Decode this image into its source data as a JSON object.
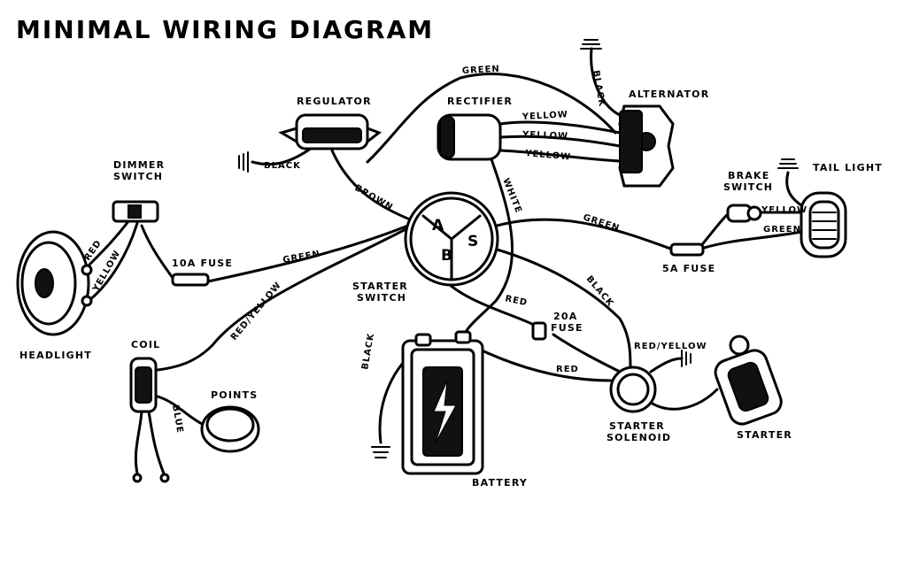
{
  "title": "MINIMAL WIRING DIAGRAM",
  "components": {
    "regulator": "REGULATOR",
    "rectifier": "RECTIFIER",
    "alternator": "ALTERNATOR",
    "dimmer_switch_line1": "DIMMER",
    "dimmer_switch_line2": "SWITCH",
    "headlight": "HEADLIGHT",
    "starter_switch_line1": "STARTER",
    "starter_switch_line2": "SWITCH",
    "brake_switch_line1": "BRAKE",
    "brake_switch_line2": "SWITCH",
    "tail_light": "TAIL LIGHT",
    "coil": "COIL",
    "points": "POINTS",
    "battery": "BATTERY",
    "starter_solenoid_line1": "STARTER",
    "starter_solenoid_line2": "SOLENOID",
    "starter": "STARTER"
  },
  "fuses": {
    "fuse_10a": "10A FUSE",
    "fuse_5a": "5A FUSE",
    "fuse_20a_line1": "20A",
    "fuse_20a_line2": "FUSE"
  },
  "terminals": {
    "a": "A",
    "b": "B",
    "s": "S"
  },
  "wires": {
    "green_top": "GREEN",
    "black_regulator": "BLACK",
    "black_alternator": "BLACK",
    "yellow_1": "YELLOW",
    "yellow_2": "YELLOW",
    "yellow_3": "YELLOW",
    "brown": "BROWN",
    "white": "WHITE",
    "green_tail": "GREEN",
    "green_fuse": "GREEN",
    "yellow_brake": "YELLOW",
    "green_tail2": "GREEN",
    "red_head": "RED",
    "yellow_head": "YELLOW",
    "red_yellow_coil": "RED/YELLOW",
    "black_solenoid": "BLACK",
    "red_switch": "RED",
    "red_battery": "RED",
    "red_yellow_starter": "RED/YELLOW",
    "black_battery": "BLACK",
    "blue": "BLUE"
  }
}
